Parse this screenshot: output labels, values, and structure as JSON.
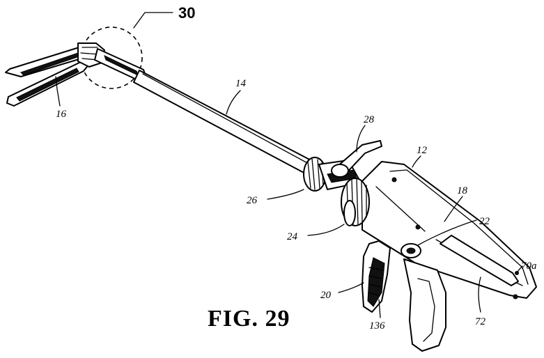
{
  "figure_label": "FIG. 29",
  "labels": {
    "ref_30": "30",
    "ref_14": "14",
    "ref_16": "16",
    "ref_28": "28",
    "ref_12": "12",
    "ref_18": "18",
    "ref_26": "26",
    "ref_22": "22",
    "ref_24": "24",
    "ref_70a": "70a",
    "ref_20": "20",
    "ref_136": "136",
    "ref_72": "72"
  }
}
